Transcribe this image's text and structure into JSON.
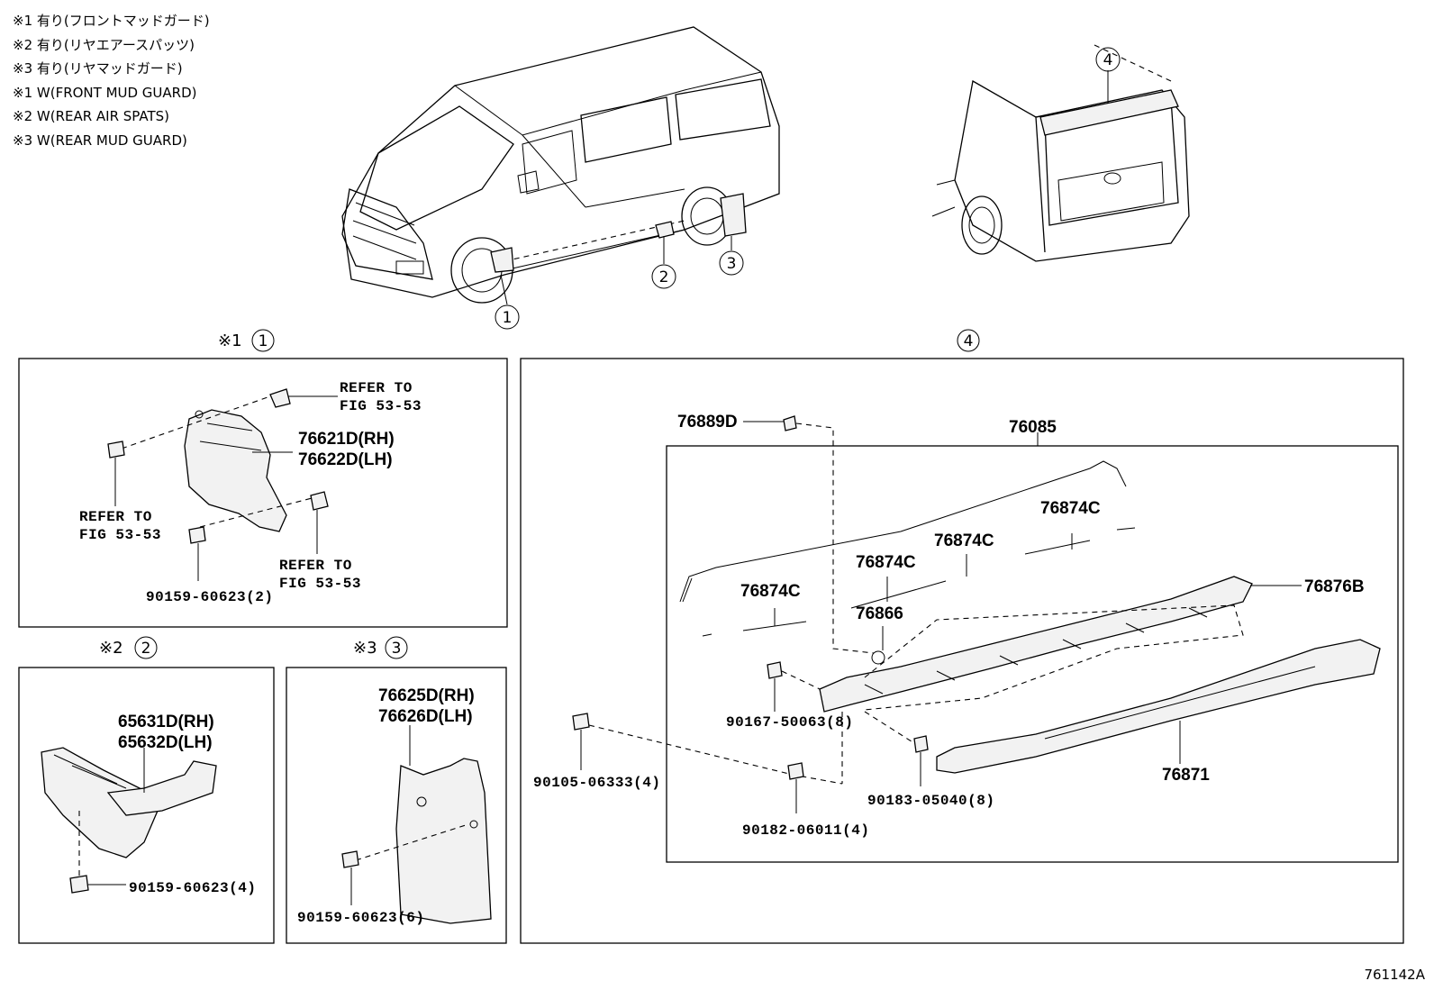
{
  "notes": [
    "※1 有り(フロントマッドガード)",
    "※2 有り(リヤエアースパッツ)",
    "※3 有り(リヤマッドガード)",
    "※1 W(FRONT MUD GUARD)",
    "※2 W(REAR AIR SPATS)",
    "※3 W(REAR MUD GUARD)"
  ],
  "callouts": {
    "c1": "1",
    "c2": "2",
    "c3": "3",
    "c4": "4"
  },
  "sections": {
    "s1": {
      "mark": "※1",
      "num": "1"
    },
    "s2": {
      "mark": "※2",
      "num": "2"
    },
    "s3": {
      "mark": "※3",
      "num": "3"
    },
    "s4": {
      "num": "4"
    }
  },
  "panel1": {
    "refer_top": [
      "REFER TO",
      "FIG 53-53"
    ],
    "refer_left": [
      "REFER TO",
      "FIG 53-53"
    ],
    "refer_bottom": [
      "REFER TO",
      "FIG 53-53"
    ],
    "part_rh": "76621D(RH)",
    "part_lh": "76622D(LH)",
    "screw": "90159-60623(2)"
  },
  "panel2": {
    "part_rh": "65631D(RH)",
    "part_lh": "65632D(LH)",
    "screw": "90159-60623(4)"
  },
  "panel3": {
    "part_rh": "76625D(RH)",
    "part_lh": "76626D(LH)",
    "screw": "90159-60623(6)"
  },
  "panel4": {
    "p76889D": "76889D",
    "p76085": "76085",
    "p76874C_a": "76874C",
    "p76874C_b": "76874C",
    "p76874C_c": "76874C",
    "p76874C_d": "76874C",
    "p76876B": "76876B",
    "p76866": "76866",
    "p90167": "90167-50063(8)",
    "p90105": "90105-06333(4)",
    "p90183": "90183-05040(8)",
    "p90182": "90182-06011(4)",
    "p76871": "76871"
  },
  "figure_id": "761142A"
}
